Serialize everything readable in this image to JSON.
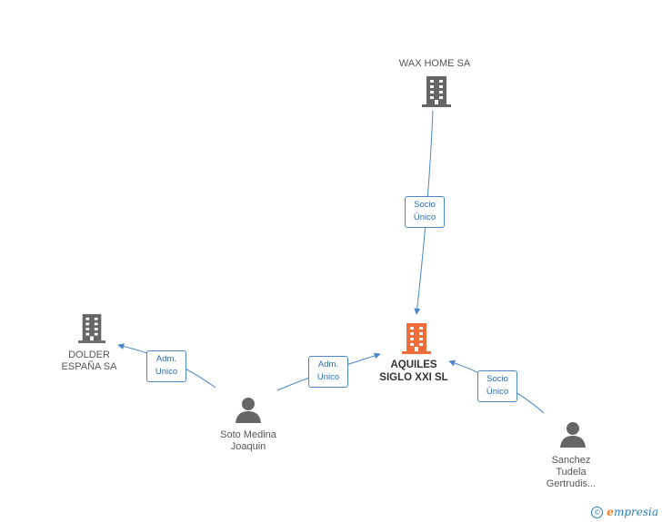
{
  "nodes": {
    "wax_home": {
      "label": "WAX HOME SA",
      "icon": "building-icon",
      "color": "#666666"
    },
    "dolder": {
      "label": "DOLDER\nESPAÑA SA",
      "icon": "building-icon",
      "color": "#666666"
    },
    "aquiles": {
      "label": "AQUILES\nSIGLO XXI  SL",
      "icon": "building-icon",
      "color": "#f26b3a"
    },
    "soto": {
      "label": "Soto Medina\nJoaquin",
      "icon": "person-icon",
      "color": "#666666"
    },
    "sanchez": {
      "label": "Sanchez\nTudela\nGertrudis...",
      "icon": "person-icon",
      "color": "#666666"
    }
  },
  "edges": {
    "wax_to_aquiles": "Socio\nÚnico",
    "soto_to_dolder": "Adm.\nUnico",
    "soto_to_aquiles": "Adm.\nUnico",
    "sanchez_to_aquiles": "Socio\nÚnico"
  },
  "colors": {
    "edge": "#4a86c8",
    "main_node": "#f26b3a",
    "node": "#666666"
  },
  "footer": {
    "copyright": "©",
    "brand_initial": "e",
    "brand_rest": "mpresia"
  }
}
